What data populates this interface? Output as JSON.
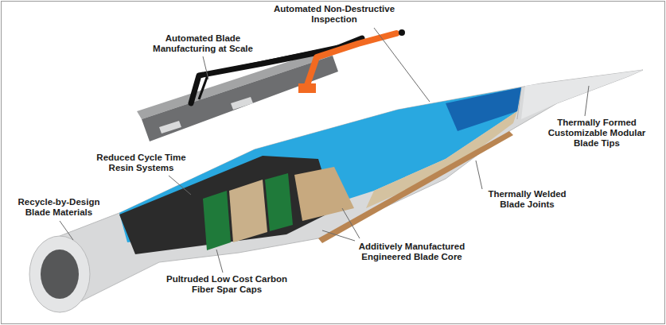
{
  "diagram": {
    "labels": [
      "Automated Non-Destructive Inspection",
      "Automated Blade Manufacturing at Scale",
      "Thermally Formed Customizable Modular Blade Tips",
      "Reduced Cycle Time Resin Systems",
      "Thermally Welded Blade Joints",
      "Recycle-by-Design Blade Materials",
      "Additively Manufactured Engineered Blade Core",
      "Pultruded Low Cost Carbon Fiber Spar Caps"
    ]
  }
}
